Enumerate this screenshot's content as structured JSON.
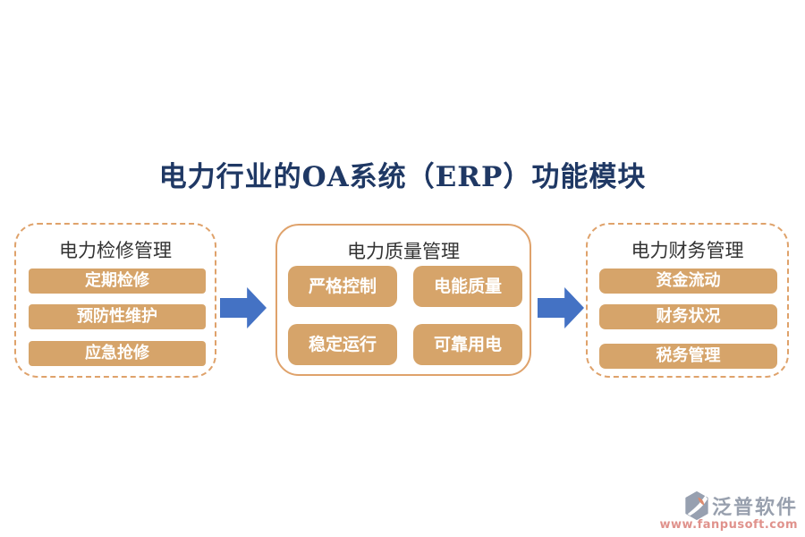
{
  "title": "电力行业的OA系统（ERP）功能模块",
  "colors": {
    "chip_tan": "#D6A46A",
    "border_orange": "#DFA26B",
    "arrow_blue": "#4472C4",
    "title_navy": "#1F3864",
    "heading_dark": "#333333",
    "watermark_gray": "#98A0AE",
    "watermark_pink": "#E0928C"
  },
  "panels": [
    {
      "heading": "电力检修管理",
      "border_style": "dashed",
      "items": [
        "定期检修",
        "预防性维护",
        "应急抢修"
      ]
    },
    {
      "heading": "电力质量管理",
      "border_style": "solid",
      "items": [
        "严格控制",
        "电能质量",
        "稳定运行",
        "可靠用电"
      ]
    },
    {
      "heading": "电力财务管理",
      "border_style": "dashed",
      "items": [
        "资金流动",
        "财务状况",
        "税务管理"
      ]
    }
  ],
  "arrows": [
    "arrow-maintenance-to-quality",
    "arrow-quality-to-finance"
  ],
  "watermark": {
    "brand": "泛普软件",
    "url": "www.fanpusoft.com"
  }
}
